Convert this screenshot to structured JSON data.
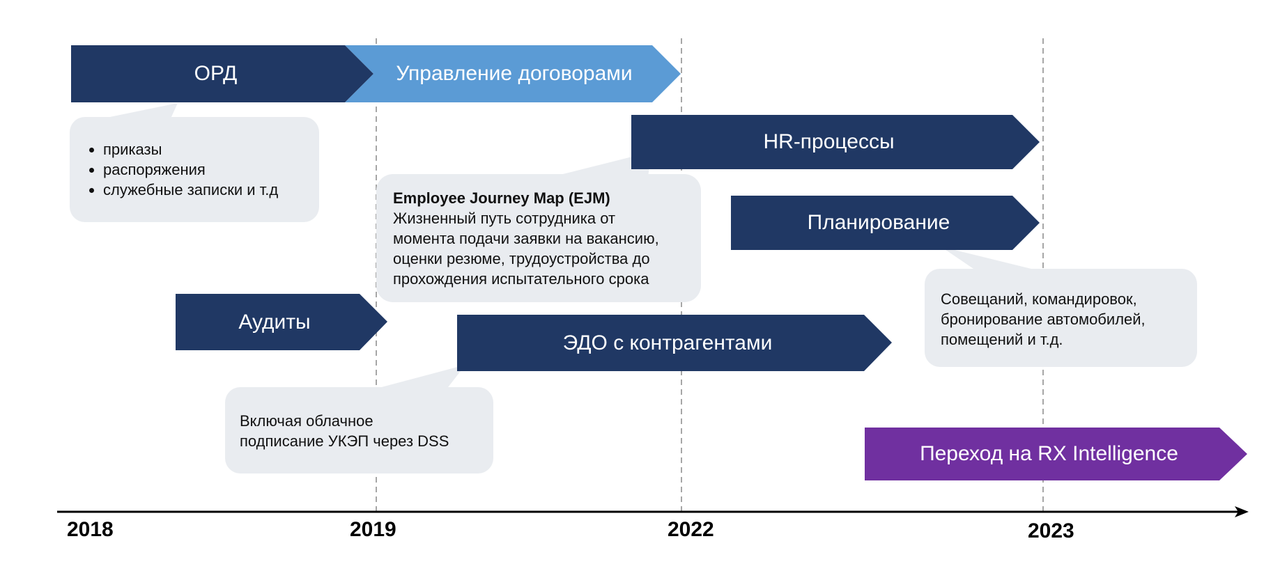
{
  "arrows": {
    "ord": "ОРД",
    "contracts": "Управление договорами",
    "hr": "HR-процессы",
    "planning": "Планирование",
    "audits": "Аудиты",
    "edo": "ЭДО с контрагентами",
    "rx": "Переход на RX Intelligence"
  },
  "notes": {
    "ord_items": [
      "приказы",
      "распоряжения",
      "служебные записки и т.д"
    ],
    "ejm_title": "Employee Journey Map (EJM)",
    "ejm_lines": [
      "Жизненный путь сотрудника от",
      "момента подачи заявки на вакансию,",
      "оценки резюме, трудоустройства до",
      "прохождения испытательного срока"
    ],
    "planning_lines": [
      "Совещаний, командировок,",
      "бронирование автомобилей,",
      "помещений и т.д."
    ],
    "edo_lines": [
      "Включая облачное",
      "подписание УКЭП через DSS"
    ]
  },
  "timeline": {
    "years": [
      "2018",
      "2019",
      "2022",
      "2023"
    ]
  },
  "colors": {
    "navy": "#203864",
    "light_blue": "#5B9BD5",
    "purple": "#7030A0",
    "callout": "#E9ECF0",
    "guide": "#A6A6A6"
  }
}
